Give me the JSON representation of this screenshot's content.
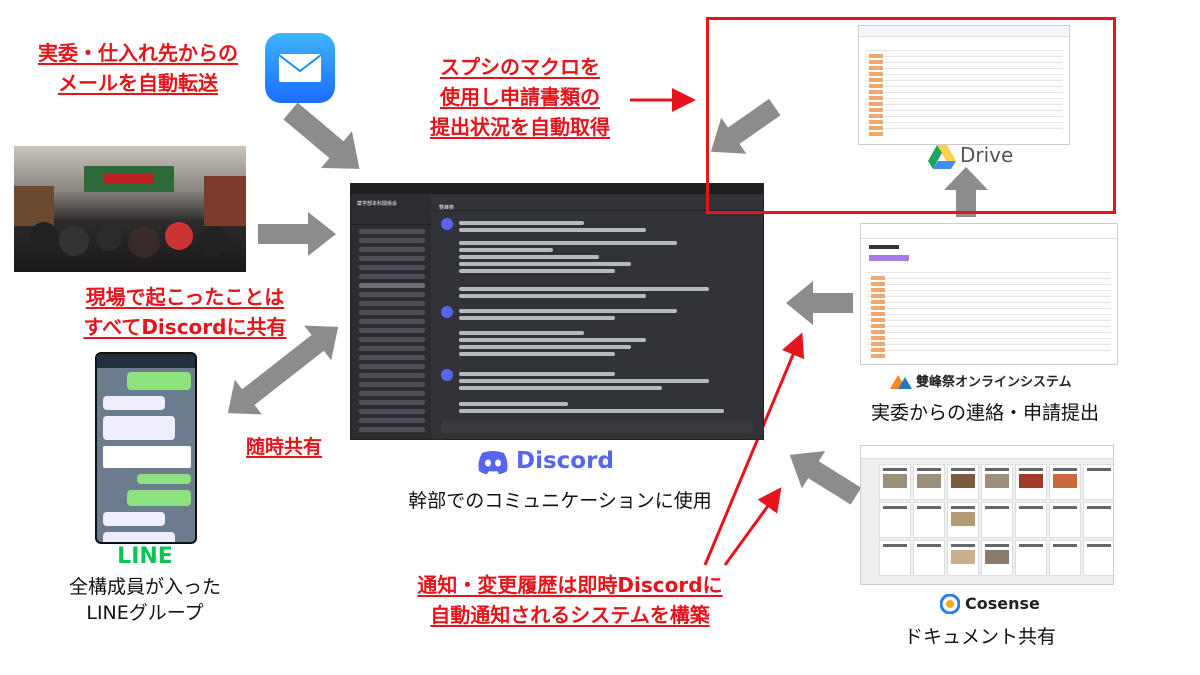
{
  "labels": {
    "email_forward_line1": "実委・仕入れ先からの",
    "email_forward_line2": "メールを自動転送",
    "macro_line1": "スプシのマクロを",
    "macro_line2": "使用し申請書類の",
    "macro_line3": "提出状況を自動取得",
    "field_share_line1": "現場で起こったことは",
    "field_share_line2": "すべてDiscordに共有",
    "anytime_share": "随時共有",
    "notify_line1": "通知・変更履歴は即時Discordに",
    "notify_line2": "自動通知されるシステムを構築"
  },
  "discord": {
    "logo": "Discord",
    "caption": "幹部でのコミュニケーションに使用",
    "server_name": "薬学部本科関係会",
    "channel_title": "雙峰祭"
  },
  "drive": {
    "logo": "Drive",
    "brand_colors": [
      "#1fa463",
      "#ffd04b",
      "#4688f4"
    ]
  },
  "online_system": {
    "name": "雙峰祭オンラインシステム",
    "caption": "実委からの連絡・申請提出"
  },
  "line": {
    "logo": "LINE",
    "caption_line1": "全構成員が入った",
    "caption_line2": "LINEグループ"
  },
  "cosense": {
    "logo": "Cosense",
    "caption": "ドキュメント共有"
  },
  "colors": {
    "accent_red": "#e8141b",
    "arrow_gray": "#8c8c8c",
    "discord_blue": "#5865f2",
    "line_green": "#06c755",
    "mail_blue": "#1a8cff"
  }
}
